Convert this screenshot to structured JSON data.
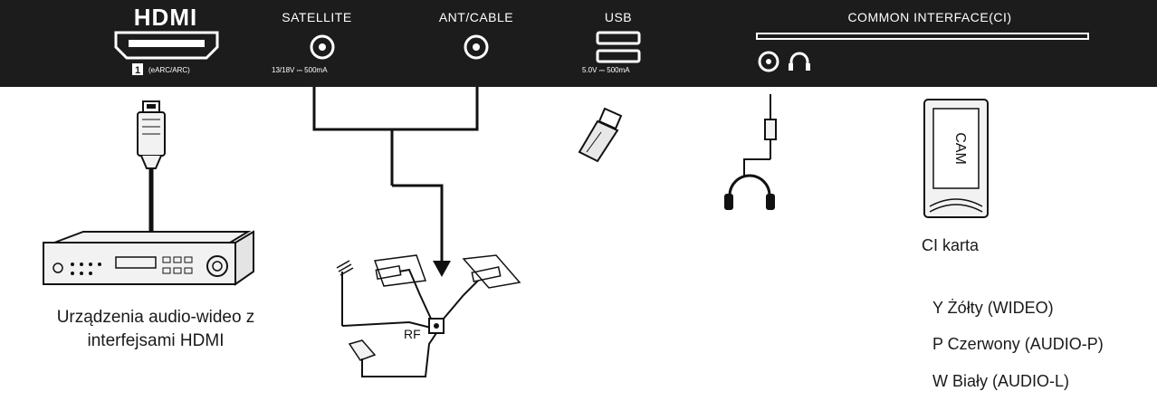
{
  "panel": {
    "hdmi_logo": "HDMI",
    "hdmi_port_number": "1",
    "hdmi_port_note": "(eARC/ARC)",
    "satellite_label": "SATELLITE",
    "satellite_spec": "13/18V ⎓ 500mA",
    "ant_cable_label": "ANT/CABLE",
    "usb_label": "USB",
    "usb_spec": "5.0V ⎓ 500mA",
    "ci_label": "COMMON INTERFACE(CI)"
  },
  "devices": {
    "av_device_caption_line1": "Urządzenia audio-wideo z",
    "av_device_caption_line2": "interfejsami HDMI",
    "rf_label": "RF",
    "cam_label": "CAM",
    "ci_card_caption": "CI karta"
  },
  "legend": [
    {
      "code": "Y",
      "text": "Y Żółty (WIDEO)"
    },
    {
      "code": "P",
      "text": "P Czerwony (AUDIO-P)"
    },
    {
      "code": "W",
      "text": "W Biały (AUDIO-L)"
    }
  ],
  "colors": {
    "panel": "#1c1c1c",
    "line": "#111111",
    "device_fill": "#f2f2f2"
  }
}
